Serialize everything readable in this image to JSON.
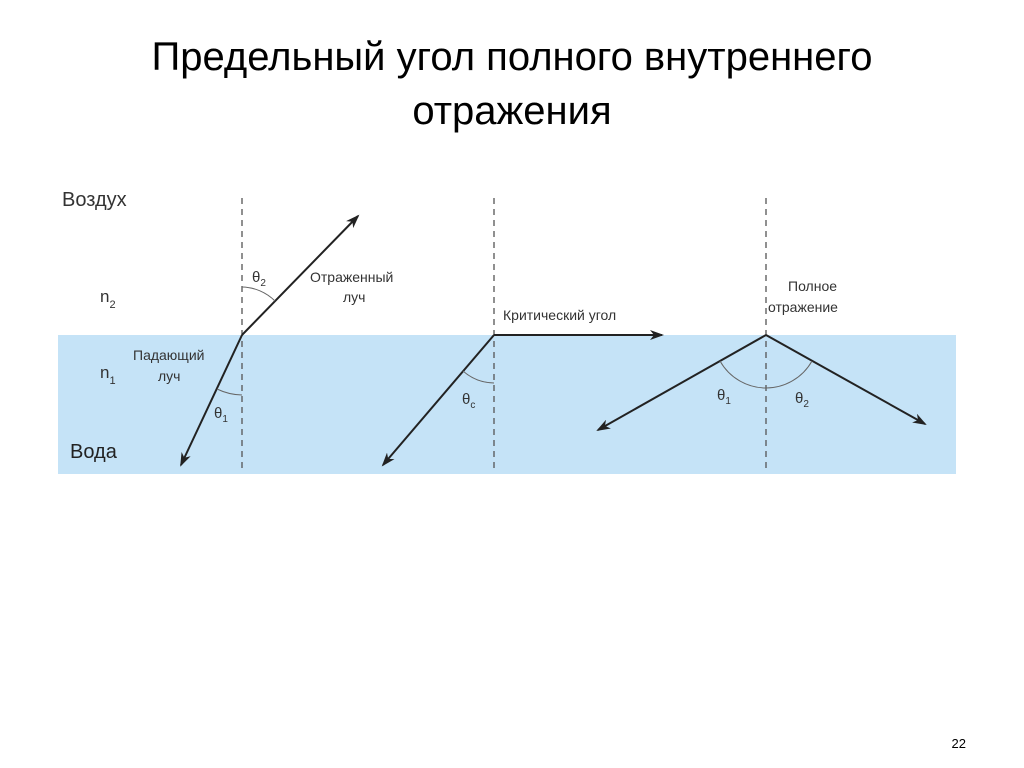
{
  "slide": {
    "title_line1": "Предельный угол полного внутреннего",
    "title_line2": "отражения",
    "page_number": "22"
  },
  "media": {
    "air_label": "Воздух",
    "water_label": "Вода",
    "n_air": "n",
    "n_air_sub": "2",
    "n_water": "n",
    "n_water_sub": "1"
  },
  "panel1": {
    "incident_label_line1": "Падающий",
    "incident_label_line2": "луч",
    "refracted_label_line1": "Отраженный",
    "refracted_label_line2": "луч",
    "angle_in": "θ",
    "angle_in_sub": "1",
    "angle_out": "θ",
    "angle_out_sub": "2"
  },
  "panel2": {
    "critical_label": "Критический угол",
    "angle": "θ",
    "angle_sub": "c"
  },
  "panel3": {
    "total_label_line1": "Полное",
    "total_label_line2": "отражение",
    "angle_in": "θ",
    "angle_in_sub": "1",
    "angle_out": "θ",
    "angle_out_sub": "2"
  },
  "colors": {
    "water": "#c5e3f7",
    "ray": "#222222",
    "normal": "#555555",
    "label": "#333333"
  }
}
